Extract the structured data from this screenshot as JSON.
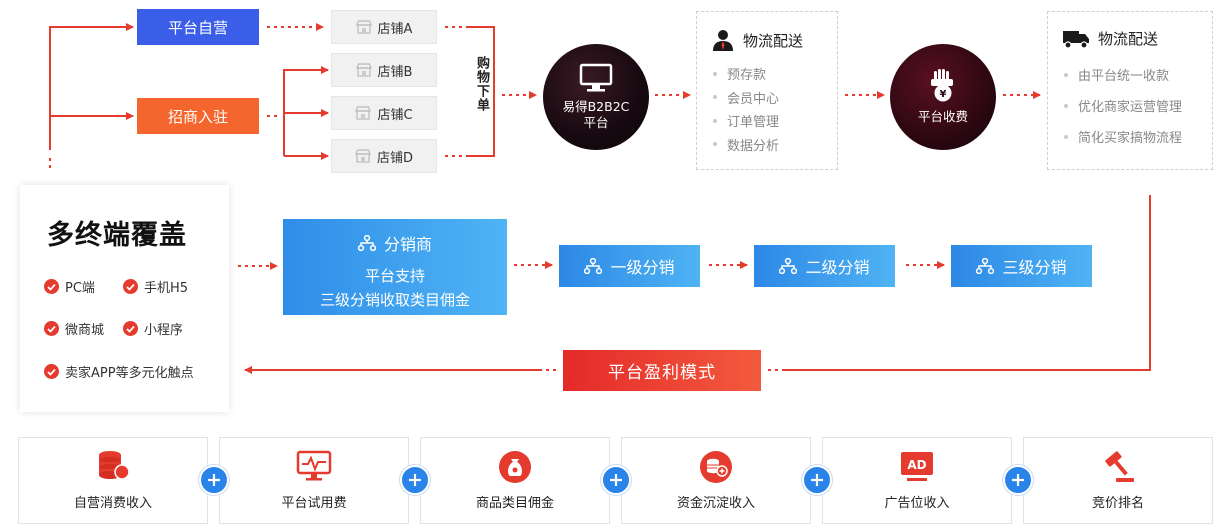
{
  "sources": {
    "self_operated": "平台自营",
    "merchants": "招商入驻"
  },
  "shops": [
    "店铺A",
    "店铺B",
    "店铺C",
    "店铺D"
  ],
  "order_label": "购物下单",
  "platform_node": {
    "line1": "易得B2B2C",
    "line2": "平台"
  },
  "logistics_1": {
    "title": "物流配送",
    "items": [
      "预存款",
      "会员中心",
      "订单管理",
      "数据分析"
    ]
  },
  "payment_node": {
    "label": "平台收费"
  },
  "logistics_2": {
    "title": "物流配送",
    "items": [
      "由平台统一收款",
      "优化商家运营管理",
      "简化买家搞物流程"
    ]
  },
  "coverage": {
    "title": "多终端覆盖",
    "items": [
      "PC端",
      "手机H5",
      "微商城",
      "小程序",
      "卖家APP等多元化触点"
    ]
  },
  "distribution": {
    "title": "分销商",
    "line1": "平台支持",
    "line2": "三级分销收取类目佣金",
    "levels": [
      "一级分销",
      "二级分销",
      "三级分销"
    ]
  },
  "profit_model": "平台盈利模式",
  "revenue": [
    "自营消费收入",
    "平台试用费",
    "商品类目佣金",
    "资金沉淀收入",
    "广告位收入",
    "竞价排名"
  ],
  "ad_badge": "AD",
  "colors": {
    "accent_red": "#e53a2e",
    "blue": "#3a5ee8",
    "orange": "#f4662d",
    "sky": "#2f8de8"
  }
}
